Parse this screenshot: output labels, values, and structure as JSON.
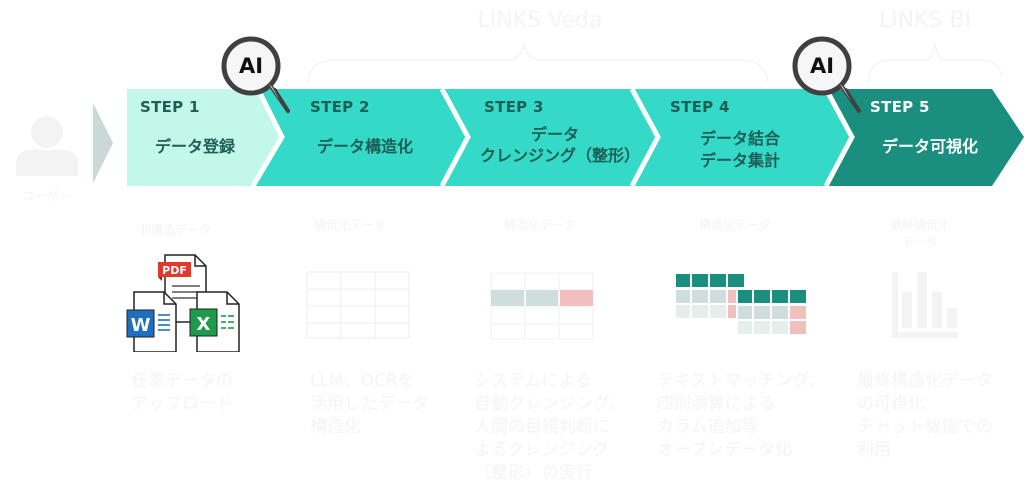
{
  "products": [
    {
      "name": "LINKS Veda"
    },
    {
      "name": "LINKS BI"
    }
  ],
  "user": {
    "label": "ユーザー",
    "icon": "user-icon"
  },
  "ai_badges": [
    {
      "label": "AI"
    },
    {
      "label": "AI"
    }
  ],
  "steps": [
    {
      "step": "STEP 1",
      "title_lines": [
        "データ登録"
      ],
      "color": "#c2f7ea",
      "text_color": "#1f5e56"
    },
    {
      "step": "STEP 2",
      "title_lines": [
        "データ構造化"
      ],
      "color": "#34d9c7",
      "text_color": "#1f5e56"
    },
    {
      "step": "STEP 3",
      "title_lines": [
        "データ",
        "クレンジング（整形）"
      ],
      "color": "#34d9c7",
      "text_color": "#1f5e56"
    },
    {
      "step": "STEP 4",
      "title_lines": [
        "データ結合",
        "データ集計"
      ],
      "color": "#34d9c7",
      "text_color": "#1f5e56"
    },
    {
      "step": "STEP 5",
      "title_lines": [
        "データ可視化"
      ],
      "color": "#1a8f80",
      "text_color": "#ffffff"
    }
  ],
  "columns": [
    {
      "data_type": [
        "非構造データ"
      ],
      "icon": "document-files-icon",
      "description": [
        "任意データの",
        "アップロード"
      ]
    },
    {
      "data_type": [
        "構造化データ"
      ],
      "icon": "table-icon",
      "description": [
        "LLM、OCRを",
        "活用したデータ",
        "構造化"
      ]
    },
    {
      "data_type": [
        "構造化データ"
      ],
      "icon": "cleansing-table-icon",
      "description": [
        "システムによる",
        "自動クレンジング、",
        "人間の目視判断に",
        "よるクレンジング",
        "（整形）の実行"
      ]
    },
    {
      "data_type": [
        "構造化データ"
      ],
      "icon": "joined-tables-icon",
      "description": [
        "テキストマッチング、",
        "四則演算による",
        "カラム追加等",
        "オープンデータ化"
      ]
    },
    {
      "data_type": [
        "最終構造化",
        "データ"
      ],
      "icon": "bar-chart-icon",
      "description": [
        "最終構造化データ",
        "の可視化",
        "チャット機能での",
        "利用"
      ]
    }
  ],
  "file_icons": {
    "pdf": "PDF",
    "word": "W",
    "excel": "X"
  },
  "colors": {
    "accent_dark": "#1a8f80",
    "accent": "#34d9c7",
    "accent_light": "#c2f7ea",
    "highlight_red": "#f2bfbf",
    "cell_gray": "#cfdedb",
    "cell_light": "#e6eeec"
  }
}
